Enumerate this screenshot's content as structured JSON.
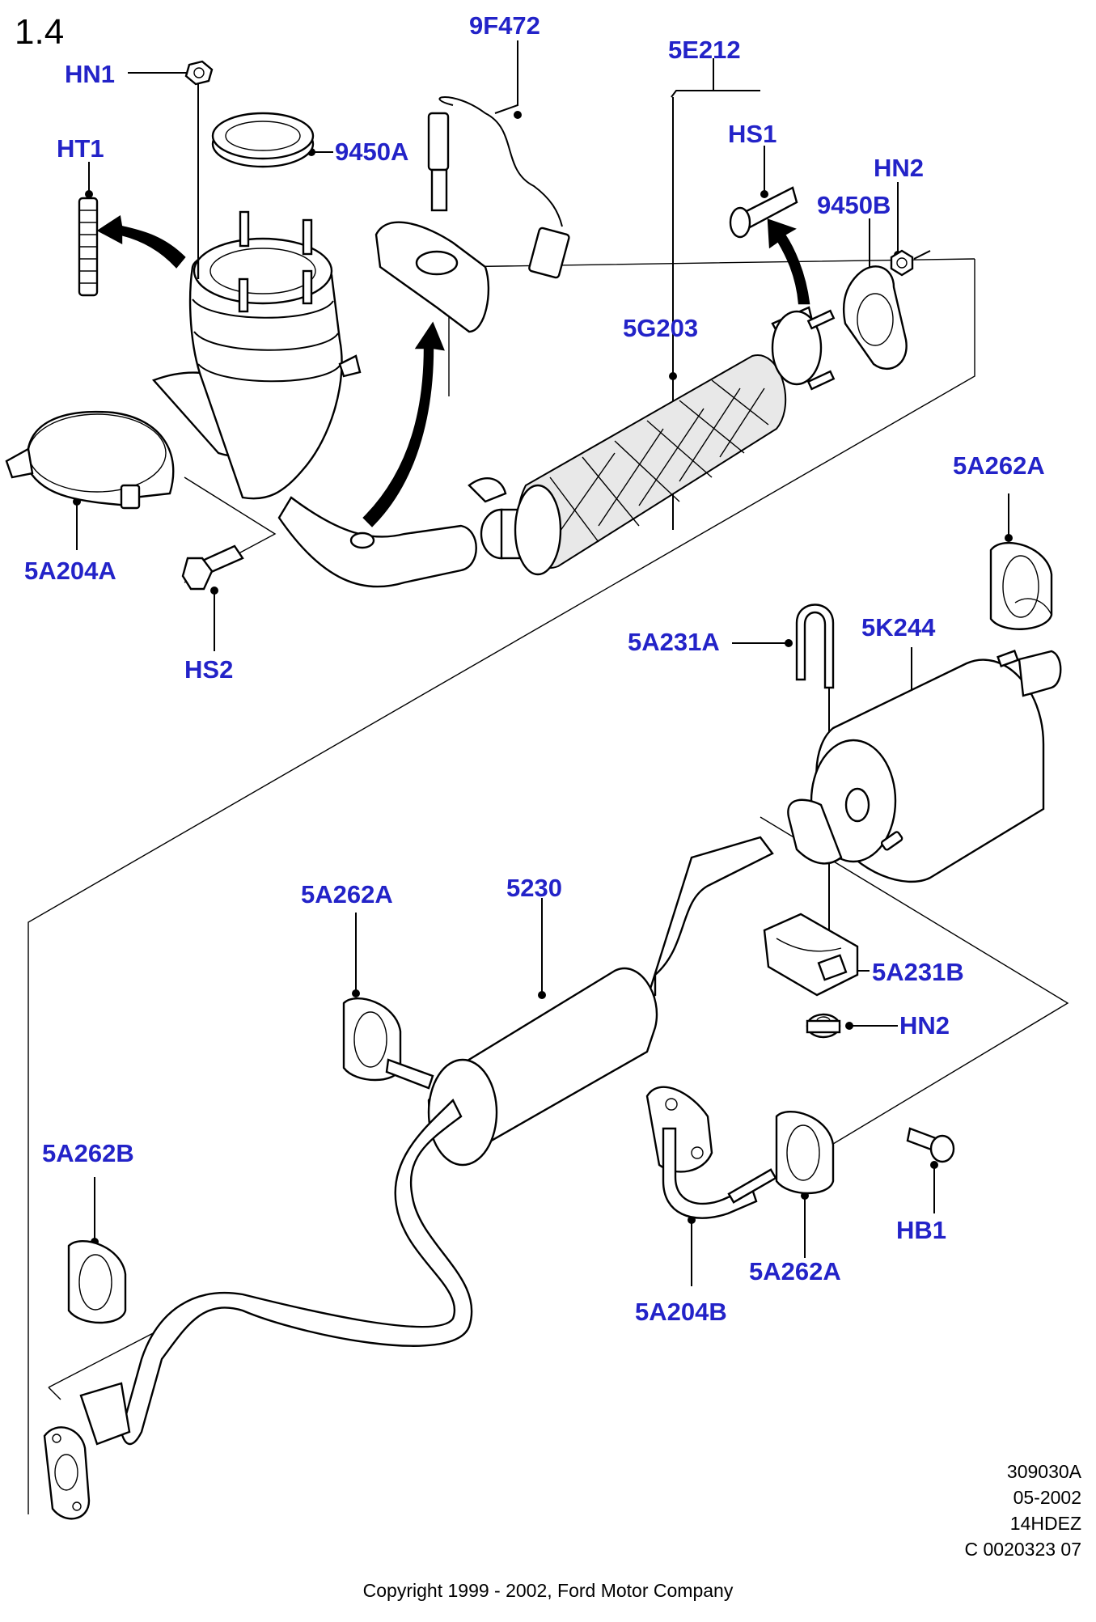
{
  "page_number": "1.4",
  "callouts": {
    "HN1": "HN1",
    "HT1": "HT1",
    "9F472": "9F472",
    "9450A": "9450A",
    "5E212": "5E212",
    "HS1": "HS1",
    "HN2_top": "HN2",
    "9450B": "9450B",
    "5G203": "5G203",
    "5A204A": "5A204A",
    "HS2": "HS2",
    "5A262A_top": "5A262A",
    "5A231A": "5A231A",
    "5K244": "5K244",
    "5A262A_mid": "5A262A",
    "5230": "5230",
    "5A231B": "5A231B",
    "HN2_bottom": "HN2",
    "5A262B": "5A262B",
    "HB1": "HB1",
    "5A262A_bottom": "5A262A",
    "5A204B": "5A204B"
  },
  "reference": {
    "line1": "309030A",
    "line2": "05-2002",
    "line3": "14HDEZ",
    "line4": "C 0020323 07"
  },
  "copyright": "Copyright 1999 - 2002, Ford Motor Company",
  "colors": {
    "callout": "#2323c8",
    "line": "#000000"
  }
}
